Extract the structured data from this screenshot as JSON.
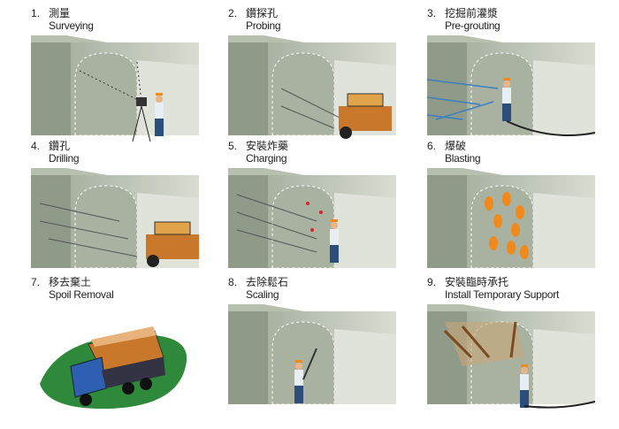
{
  "steps": [
    {
      "num": "1.",
      "zh": "測量",
      "en": "Surveying"
    },
    {
      "num": "2.",
      "zh": "鑽探孔",
      "en": "Probing"
    },
    {
      "num": "3.",
      "zh": "挖掘前灌漿",
      "en": "Pre-grouting"
    },
    {
      "num": "4.",
      "zh": "鑽孔",
      "en": "Drilling"
    },
    {
      "num": "5.",
      "zh": "安裝炸藥",
      "en": "Charging"
    },
    {
      "num": "6.",
      "zh": "爆破",
      "en": "Blasting"
    },
    {
      "num": "7.",
      "zh": "移去棄土",
      "en": "Spoil Removal"
    },
    {
      "num": "8.",
      "zh": "去除鬆石",
      "en": "Scaling"
    },
    {
      "num": "9.",
      "zh": "安裝臨時承托",
      "en": "Install Temporary Support"
    }
  ],
  "colors": {
    "rock": "#8f9a88",
    "wall": "#c9cfc3",
    "worker": "#2b4f7a",
    "machine": "#c9782b",
    "truck": "#2f5fb0",
    "grass": "#2e8a3a"
  }
}
